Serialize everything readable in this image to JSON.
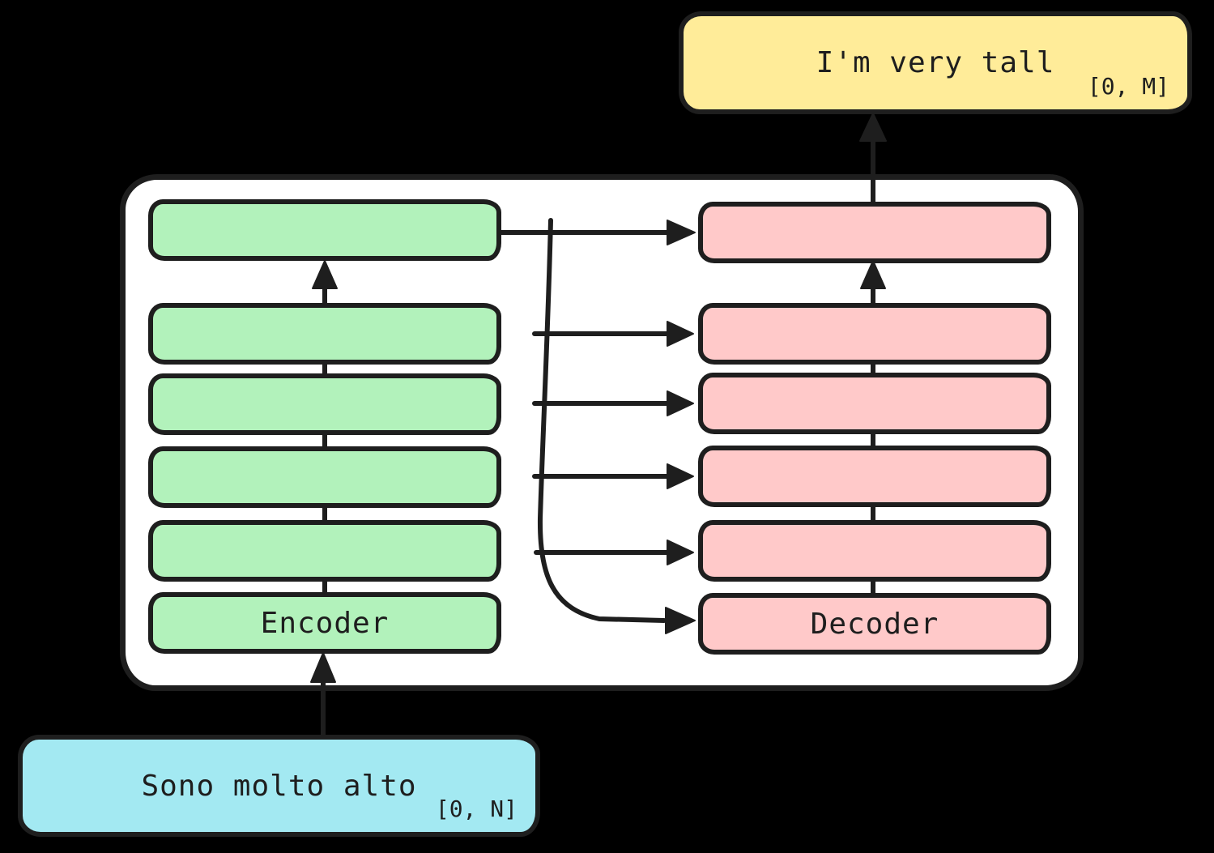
{
  "diagram": {
    "output_box": {
      "text": "I'm very tall",
      "range": "[0, M]"
    },
    "input_box": {
      "text": "Sono molto alto",
      "range": "[0, N]"
    },
    "encoder": {
      "label": "Encoder",
      "layer_count": 6
    },
    "decoder": {
      "label": "Decoder",
      "layer_count": 6
    },
    "colors": {
      "background": "#000000",
      "panel_fill": "#ffffff",
      "stroke": "#1e1e1e",
      "encoder_fill": "#b2f2bb",
      "decoder_fill": "#ffc9c9",
      "input_fill": "#a3e9f2",
      "output_fill": "#ffec99"
    }
  }
}
